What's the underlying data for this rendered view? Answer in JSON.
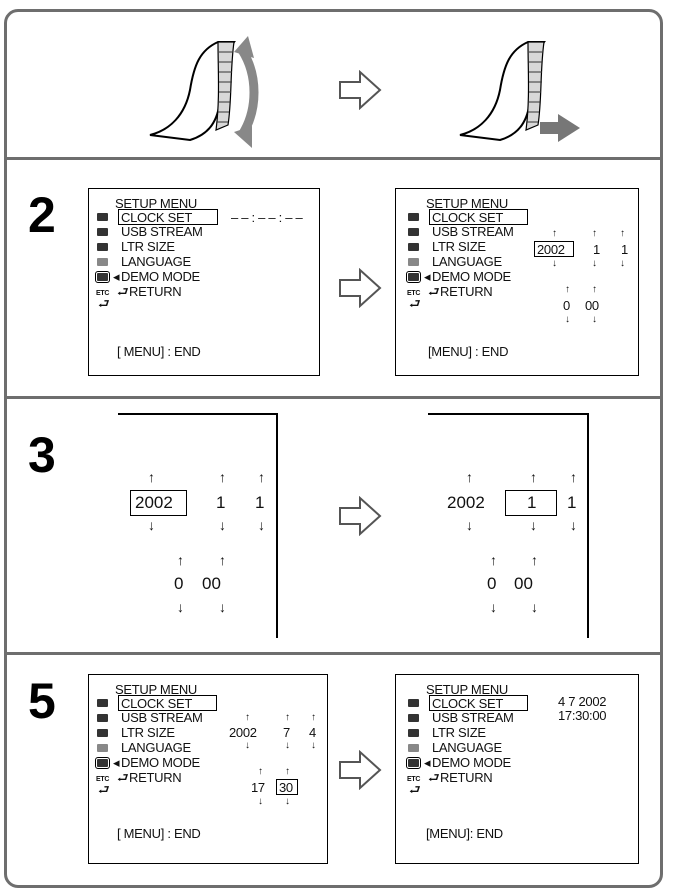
{
  "steps": {
    "s2": "2",
    "s3": "3",
    "s5": "5"
  },
  "menu": {
    "title": "SETUP MENU",
    "items": [
      "CLOCK SET",
      "USB STREAM",
      "LTR SIZE",
      "LANGUAGE",
      "DEMO MODE",
      "RETURN"
    ],
    "icon_labels": [
      "ETC"
    ],
    "end_a": "[ MENU] : END",
    "end_b": "[MENU] : END",
    "end_c": "[MENU]: END"
  },
  "clock_blank": "– – : – – : – –",
  "s2_right": {
    "year": "2002",
    "month": "1",
    "day": "1",
    "hour": "0",
    "minute": "00"
  },
  "s3_left": {
    "year": "2002",
    "month": "1",
    "day": "1",
    "hour": "0",
    "minute": "00"
  },
  "s3_right": {
    "year": "2002",
    "month": "1",
    "day": "1",
    "hour": "0",
    "minute": "00"
  },
  "s5_left": {
    "year": "2002",
    "month": "7",
    "day": "4",
    "hour": "17",
    "minute": "30"
  },
  "s5_right": {
    "date": "4  7  2002",
    "time": "17:30:00"
  },
  "glyphs": {
    "up": "↑",
    "down": "↓",
    "pointer": "◂",
    "return": "⮐"
  }
}
